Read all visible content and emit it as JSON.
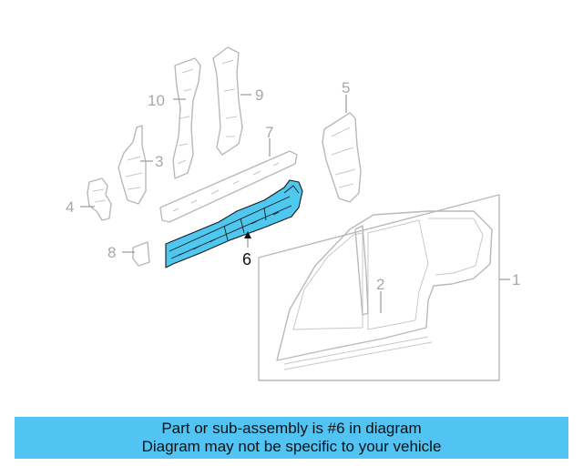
{
  "callouts": {
    "c1": "1",
    "c2": "2",
    "c3": "3",
    "c4": "4",
    "c5": "5",
    "c6": "6",
    "c7": "7",
    "c8": "8",
    "c9": "9",
    "c10": "10"
  },
  "highlight": {
    "part_number": "6",
    "color": "#4fc8f0"
  },
  "caption": {
    "line1": "Part or sub-assembly is #6 in diagram",
    "line2": "Diagram may not be specific to your vehicle",
    "background": "#52c4f4"
  }
}
